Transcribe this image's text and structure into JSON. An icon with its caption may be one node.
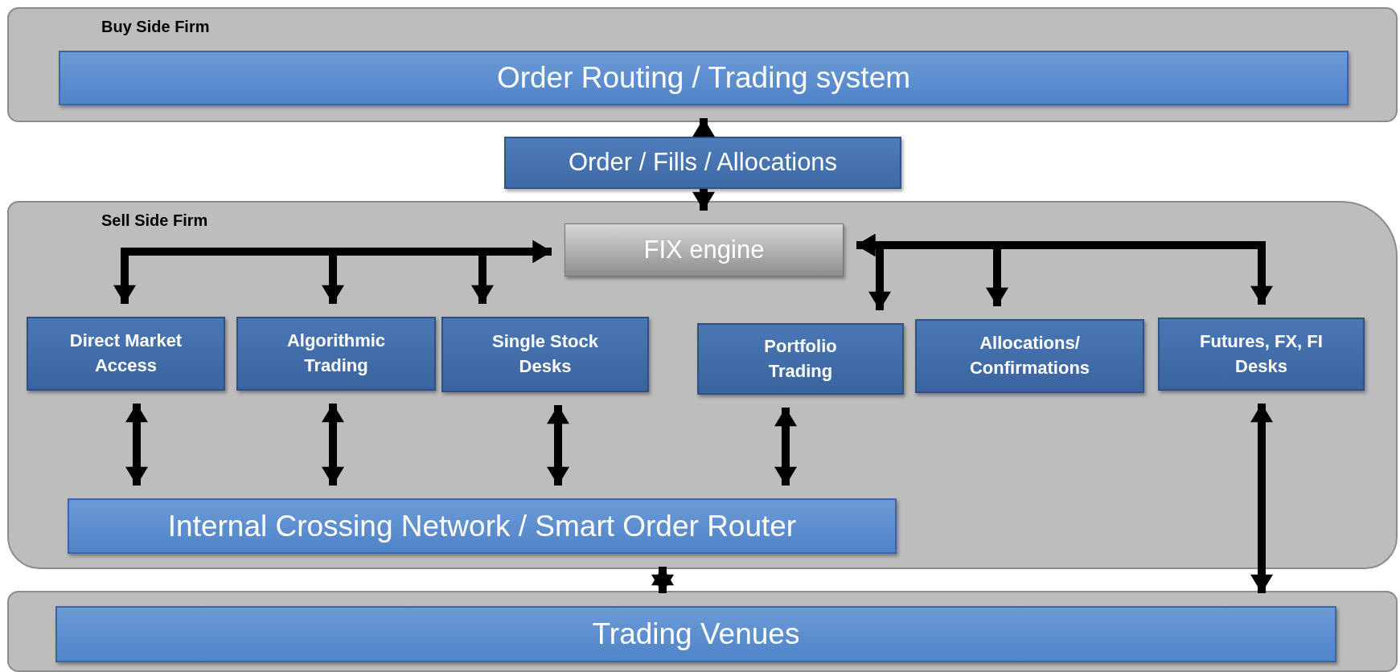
{
  "diagram": {
    "nodes": [
      {
        "text": [
          "Buy Side Firm"
        ]
      },
      {
        "text": [
          "Order Routing / Trading system"
        ],
        "in": 0
      },
      {
        "text": [
          "Order / Fills / Allocations"
        ]
      },
      {
        "text": [
          "Sell Side Firm"
        ]
      },
      {
        "text": [
          "FIX engine"
        ],
        "in": 3
      },
      {
        "text": [
          "Direct Market Access"
        ],
        "in": 3
      },
      {
        "text": [
          "Algorithmic Trading"
        ],
        "in": 3
      },
      {
        "text": [
          "Single Stock Desks"
        ],
        "in": 3
      },
      {
        "text": [
          "Portfolio Trading"
        ],
        "in": 3
      },
      {
        "text": [
          "Allocations/ Confirmations"
        ],
        "in": 3
      },
      {
        "text": [
          "Futures, FX, FI Desks"
        ],
        "in": 3
      },
      {
        "text": [
          "Internal Crossing Network / Smart Order Router"
        ],
        "in": 3
      },
      {
        "text": [],
        "shape": "box"
      },
      {
        "text": [
          "Trading Venues"
        ],
        "in": 12
      }
    ],
    "edges": [
      {
        "from": 2,
        "to": 1,
        "arrow": "to"
      },
      {
        "from": 2,
        "to": 4,
        "arrow": "to"
      },
      {
        "from": 4,
        "to": 5,
        "arrow": "both"
      },
      {
        "from": 4,
        "to": 6,
        "arrow": "both"
      },
      {
        "from": 4,
        "to": 7,
        "arrow": "both"
      },
      {
        "from": 4,
        "to": 8,
        "arrow": "both"
      },
      {
        "from": 4,
        "to": 9,
        "arrow": "both"
      },
      {
        "from": 4,
        "to": 10,
        "arrow": "both"
      },
      {
        "from": 5,
        "to": 11,
        "arrow": "both"
      },
      {
        "from": 6,
        "to": 11,
        "arrow": "both"
      },
      {
        "from": 7,
        "to": 11,
        "arrow": "both"
      },
      {
        "from": 8,
        "to": 11,
        "arrow": "both"
      },
      {
        "from": 11,
        "to": 13,
        "arrow": "both"
      },
      {
        "from": 10,
        "to": 13,
        "arrow": "both"
      }
    ]
  }
}
